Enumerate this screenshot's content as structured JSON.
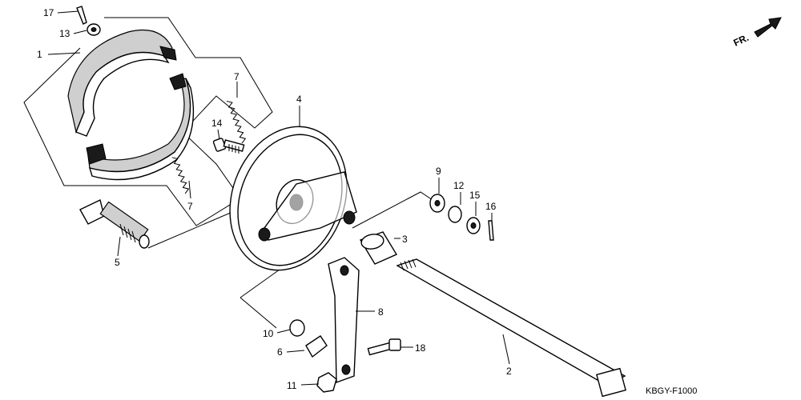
{
  "figure_code": "KBGY-F1000",
  "front_marker": "FR.",
  "callouts": {
    "c1": "1",
    "c2": "2",
    "c3": "3",
    "c4": "4",
    "c5": "5",
    "c6": "6",
    "c7a": "7",
    "c7b": "7",
    "c8": "8",
    "c9": "9",
    "c10": "10",
    "c11": "11",
    "c12": "12",
    "c13": "13",
    "c14": "14",
    "c15": "15",
    "c16": "16",
    "c17": "17",
    "c18": "18"
  }
}
